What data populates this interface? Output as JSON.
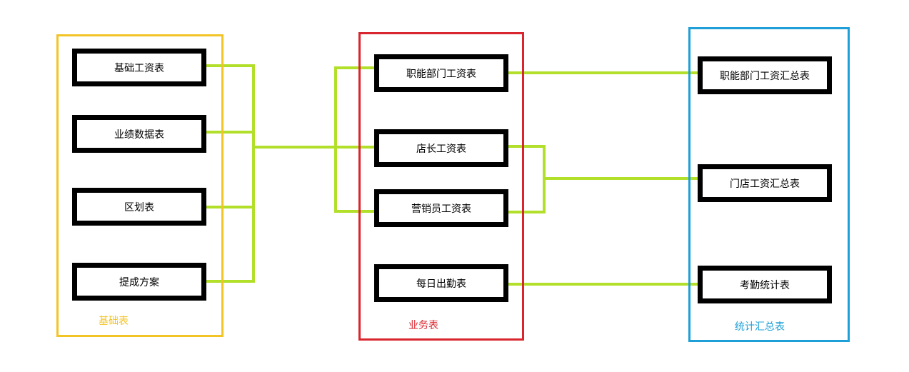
{
  "colors": {
    "base_group": "#f2c425",
    "business_group": "#d9252d",
    "summary_group": "#1e9fd8",
    "connector": "#b2df2a",
    "node_border": "#000000"
  },
  "groups": {
    "base": {
      "label": "基础表"
    },
    "business": {
      "label": "业务表"
    },
    "summary": {
      "label": "统计汇总表"
    }
  },
  "nodes": {
    "base_salary": "基础工资表",
    "performance_data": "业绩数据表",
    "district": "区划表",
    "commission_plan": "提成方案",
    "dept_salary": "职能部门工资表",
    "manager_salary": "店长工资表",
    "sales_salary": "营销员工资表",
    "daily_attendance": "每日出勤表",
    "dept_summary": "职能部门工资汇总表",
    "store_summary": "门店工资汇总表",
    "attendance_stats": "考勤统计表"
  }
}
